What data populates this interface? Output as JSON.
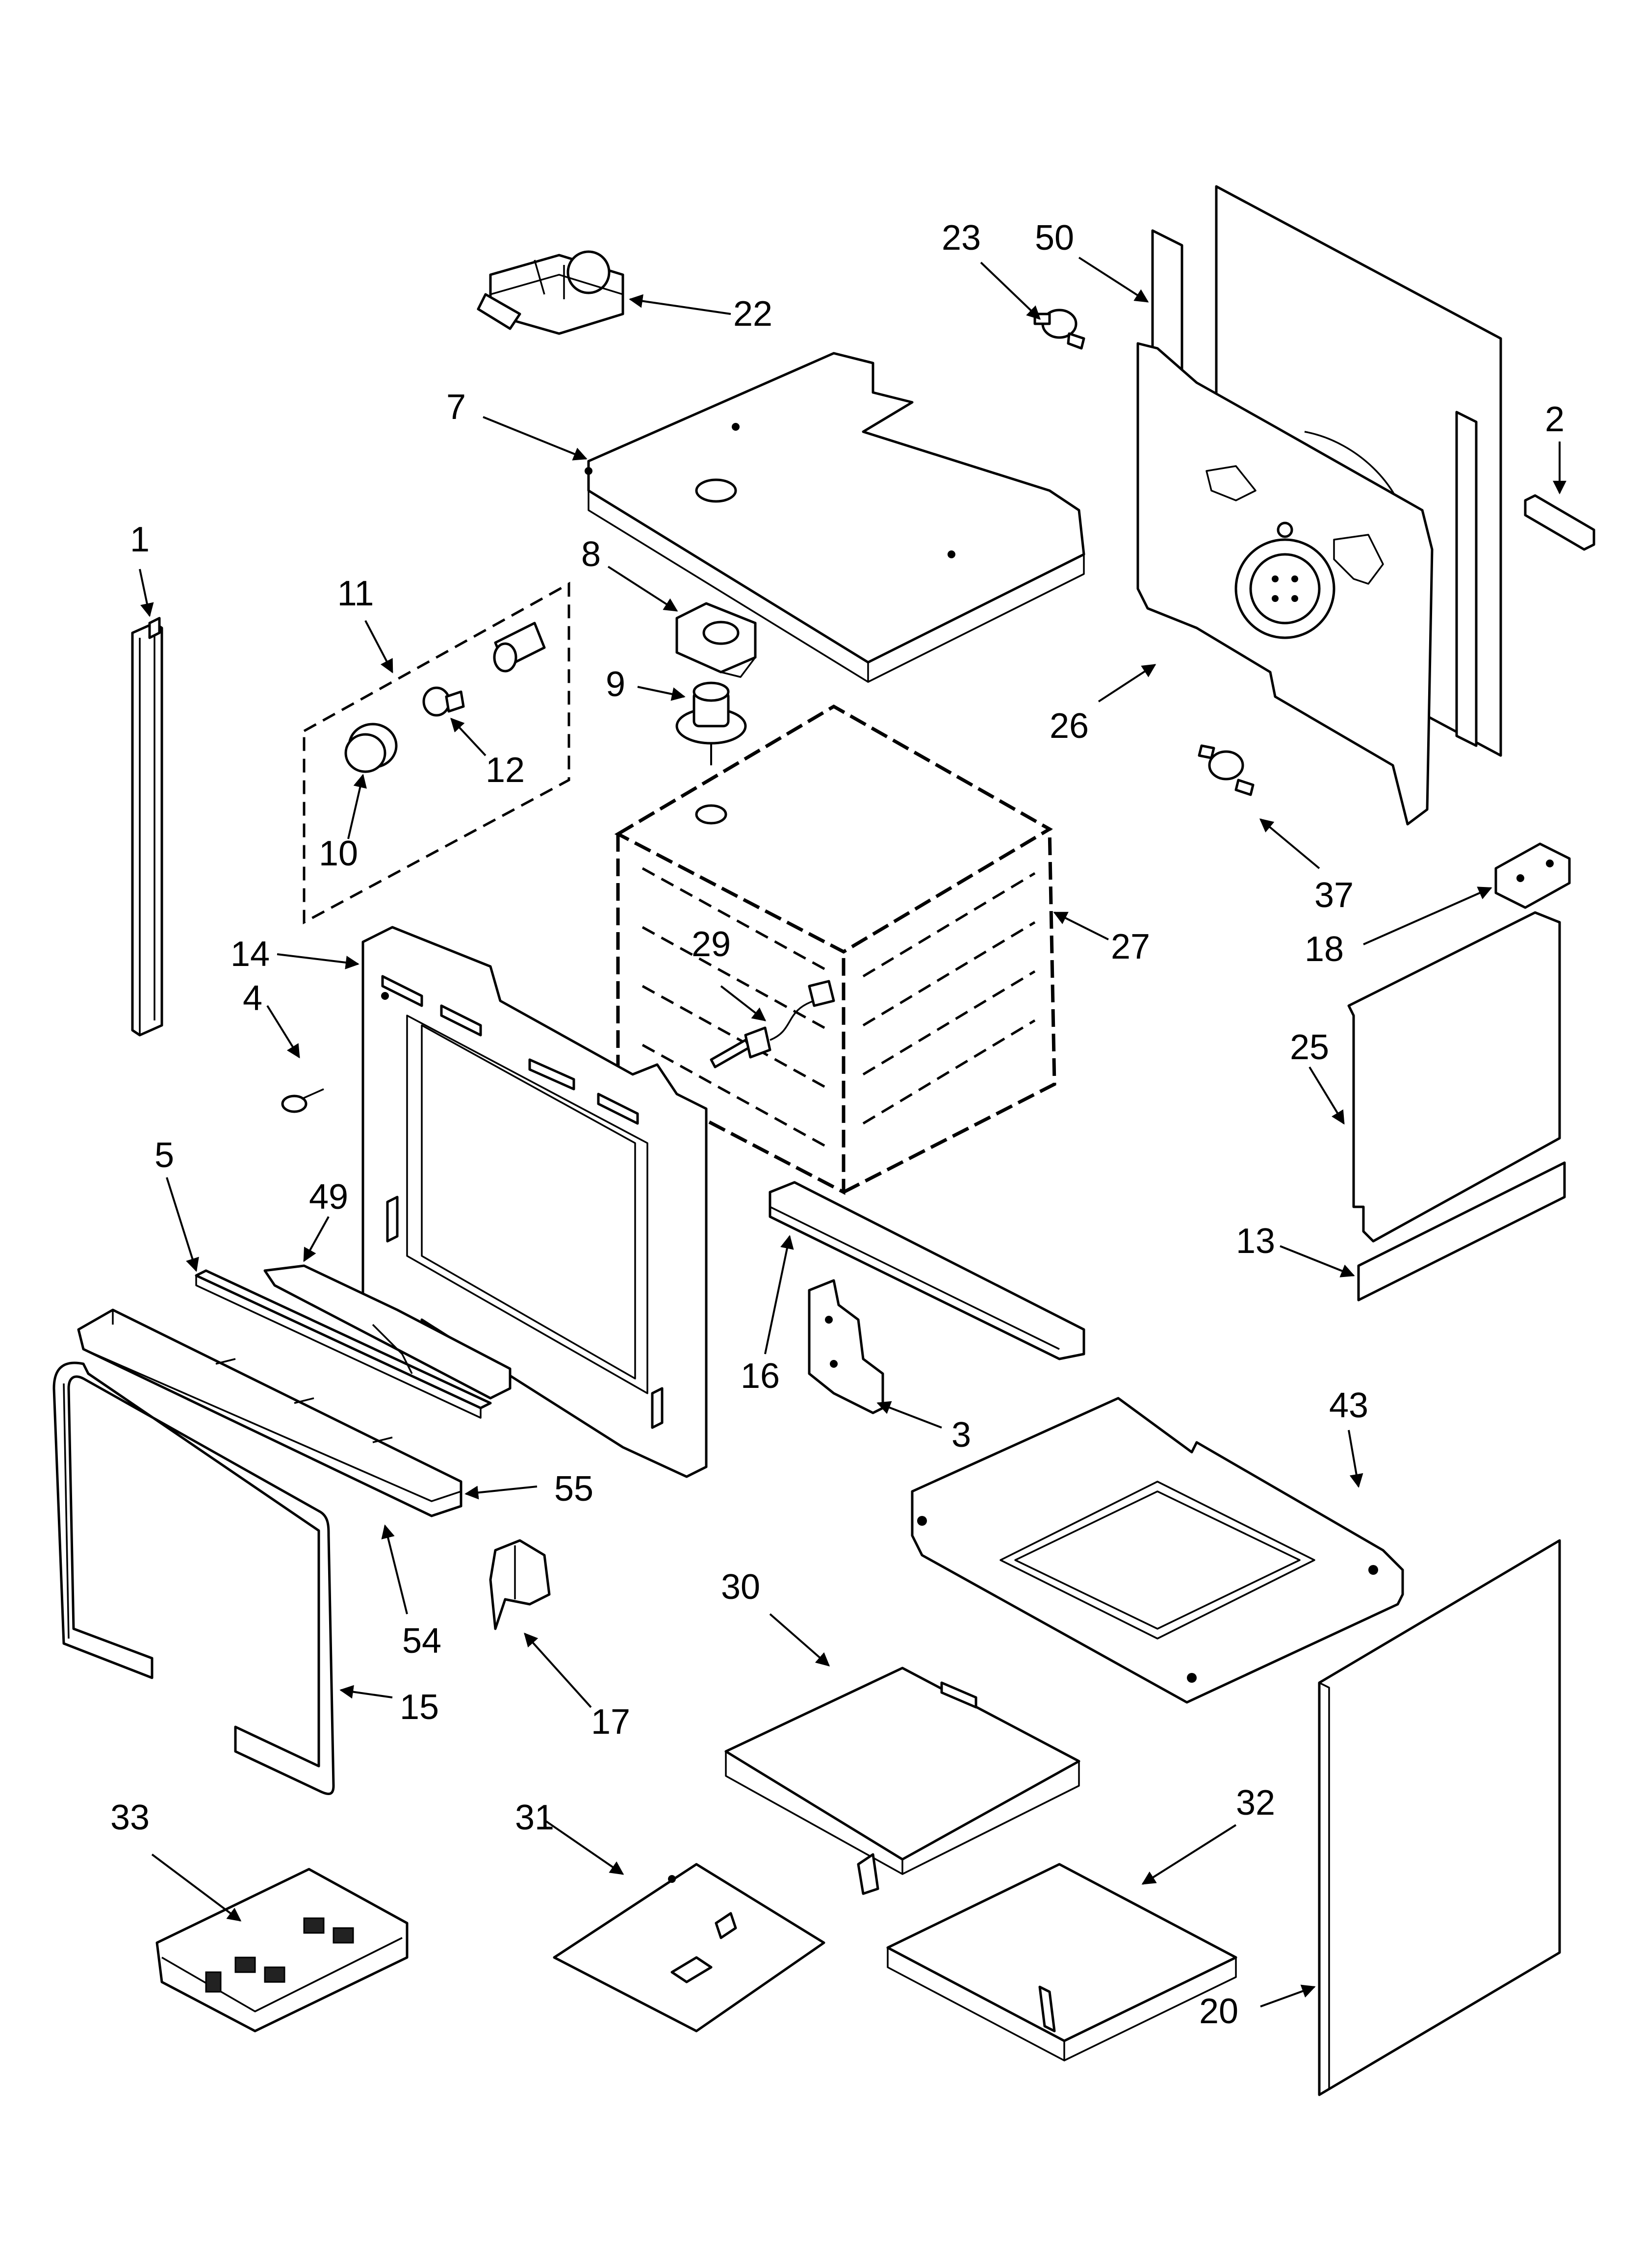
{
  "diagram": {
    "type": "exploded parts diagram",
    "colors": {
      "line": "#000000",
      "background": "#ffffff"
    },
    "callouts": {
      "c1": "1",
      "c2": "2",
      "c3": "3",
      "c4": "4",
      "c5": "5",
      "c7": "7",
      "c8": "8",
      "c9": "9",
      "c10": "10",
      "c11": "11",
      "c12": "12",
      "c13": "13",
      "c14": "14",
      "c15": "15",
      "c16": "16",
      "c17": "17",
      "c18": "18",
      "c20": "20",
      "c22": "22",
      "c23": "23",
      "c25": "25",
      "c26": "26",
      "c27": "27",
      "c29": "29",
      "c30": "30",
      "c31": "31",
      "c32": "32",
      "c33": "33",
      "c37": "37",
      "c43": "43",
      "c49": "49",
      "c50": "50",
      "c54": "54",
      "c55": "55"
    }
  }
}
